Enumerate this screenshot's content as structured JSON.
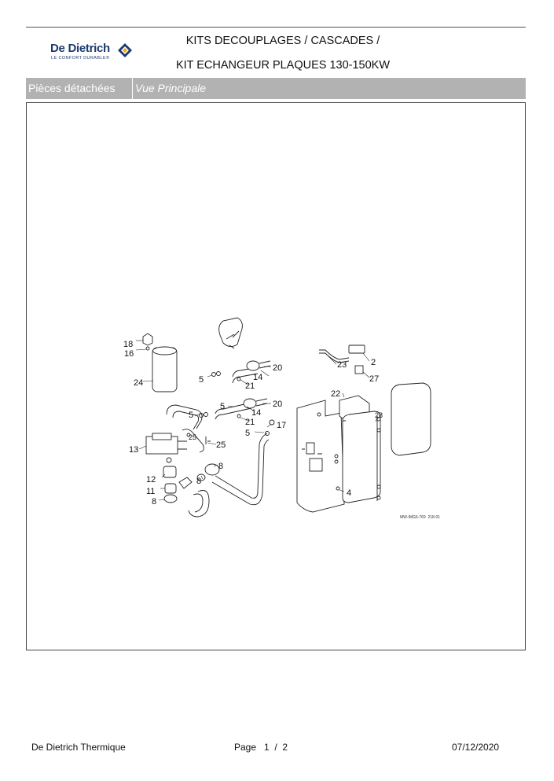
{
  "brand": {
    "name": "De Dietrich",
    "tagline": "LE CONFORT DURABLE®",
    "colors": {
      "primary": "#1d3a6e",
      "accent": "#f3a712",
      "tab_bg": "#b2b2b2"
    }
  },
  "header": {
    "title_line1": "KITS DECOUPLAGES / CASCADES /",
    "title_line2": "KIT ECHANGEUR PLAQUES 130-150KW"
  },
  "tabs": {
    "parts_label": "Pièces détachées",
    "view_label": "Vue Principale"
  },
  "diagram": {
    "reference_code": "MW-IMG6-769  218-01",
    "callouts": [
      {
        "id": "c18",
        "label": "18"
      },
      {
        "id": "c16",
        "label": "16"
      },
      {
        "id": "c24",
        "label": "24"
      },
      {
        "id": "c5a",
        "label": "5"
      },
      {
        "id": "c14a",
        "label": "14"
      },
      {
        "id": "c20a",
        "label": "20"
      },
      {
        "id": "c21a",
        "label": "21"
      },
      {
        "id": "c23",
        "label": "23"
      },
      {
        "id": "c2",
        "label": "2"
      },
      {
        "id": "c27",
        "label": "27"
      },
      {
        "id": "c22",
        "label": "22"
      },
      {
        "id": "c28",
        "label": "28"
      },
      {
        "id": "c5b",
        "label": "5"
      },
      {
        "id": "c5c",
        "label": "5"
      },
      {
        "id": "c20b",
        "label": "20"
      },
      {
        "id": "c14b",
        "label": "14"
      },
      {
        "id": "c21b",
        "label": "21"
      },
      {
        "id": "c17",
        "label": "17"
      },
      {
        "id": "c5d",
        "label": "5"
      },
      {
        "id": "c25a",
        "label": "25"
      },
      {
        "id": "c25b",
        "label": "25"
      },
      {
        "id": "c13",
        "label": "13"
      },
      {
        "id": "c8a",
        "label": "8"
      },
      {
        "id": "c8b",
        "label": "8"
      },
      {
        "id": "c12",
        "label": "12"
      },
      {
        "id": "c11",
        "label": "11"
      },
      {
        "id": "c8c",
        "label": "8"
      },
      {
        "id": "c4",
        "label": "4"
      }
    ]
  },
  "footer": {
    "company": "De Dietrich Thermique",
    "page_label": "Page   1  /  2",
    "date": "07/12/2020"
  }
}
